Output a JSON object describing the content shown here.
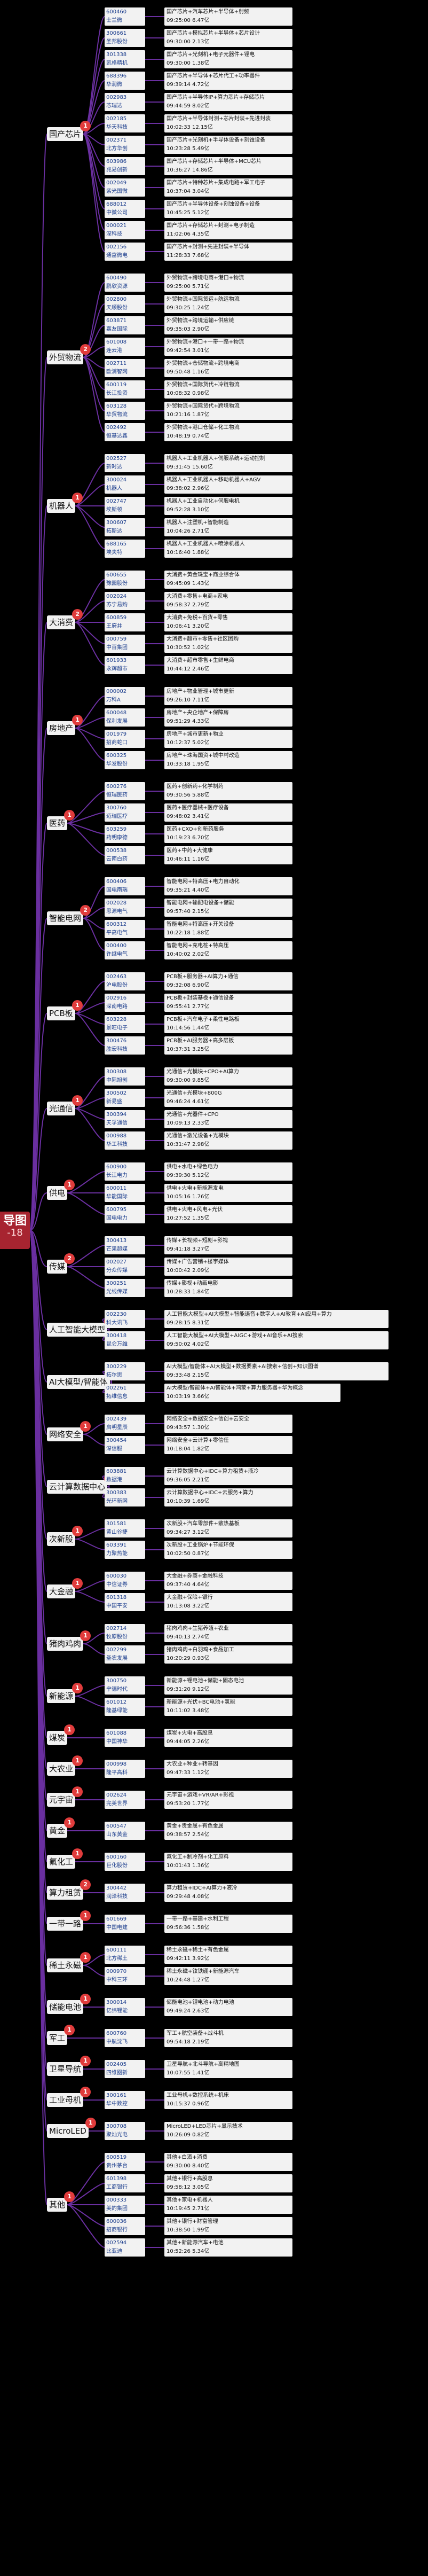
{
  "root": {
    "title": "导图",
    "date": "-18"
  },
  "colors": {
    "line": "#6a2fa0",
    "badge": "#e03c3c",
    "node_bg": "#f2f2f2",
    "root_bg": "#a72430"
  },
  "categories": [
    {
      "name": "国产芯片",
      "count": "1",
      "stocks": [
        {
          "code": "600460",
          "name": "士兰微",
          "desc1": "国产芯片+汽车芯片+半导体+射频",
          "desc2": "09:25:00 6.47亿"
        },
        {
          "code": "300661",
          "name": "圣邦股份",
          "desc1": "国产芯片+模拟芯片+半导体+芯片设计",
          "desc2": "09:30:00 2.13亿"
        },
        {
          "code": "301338",
          "name": "凯格精机",
          "desc1": "国产芯片+光刻机+电子元器件+锂电",
          "desc2": "09:30:00 1.38亿"
        },
        {
          "code": "688396",
          "name": "华润微",
          "desc1": "国产芯片+半导体+芯片代工+功率器件",
          "desc2": "09:39:14 4.72亿"
        },
        {
          "code": "002983",
          "name": "芯瑞达",
          "desc1": "国产芯片+半导体IP+算力芯片+存储芯片",
          "desc2": "09:44:59 8.02亿"
        },
        {
          "code": "002185",
          "name": "华天科技",
          "desc1": "国产芯片+半导体封测+芯片封装+先进封装",
          "desc2": "10:02:33 12.15亿"
        },
        {
          "code": "002371",
          "name": "北方华创",
          "desc1": "国产芯片+光刻机+半导体设备+刻蚀设备",
          "desc2": "10:23:28 5.49亿"
        },
        {
          "code": "603986",
          "name": "兆易创新",
          "desc1": "国产芯片+存储芯片+半导体+MCU芯片",
          "desc2": "10:36:27 14.86亿"
        },
        {
          "code": "002049",
          "name": "紫光国微",
          "desc1": "国产芯片+特种芯片+集成电路+军工电子",
          "desc2": "10:37:04 3.04亿"
        },
        {
          "code": "688012",
          "name": "中微公司",
          "desc1": "国产芯片+半导体设备+刻蚀设备+设备",
          "desc2": "10:45:25 5.12亿"
        },
        {
          "code": "000021",
          "name": "深科技",
          "desc1": "国产芯片+存储芯片+封测+电子制造",
          "desc2": "11:02:06 4.35亿"
        },
        {
          "code": "002156",
          "name": "通富微电",
          "desc1": "国产芯片+封测+先进封装+半导体",
          "desc2": "11:28:33 7.68亿"
        }
      ]
    },
    {
      "name": "外贸物流",
      "count": "2",
      "stocks": [
        {
          "code": "600490",
          "name": "鹏欣资源",
          "desc1": "外贸物流+跨境电商+港口+物流",
          "desc2": "09:25:00 5.71亿"
        },
        {
          "code": "002800",
          "name": "天顺股份",
          "desc1": "外贸物流+国际货运+航运物流",
          "desc2": "09:30:25 1.24亿"
        },
        {
          "code": "603871",
          "name": "嘉友国际",
          "desc1": "外贸物流+跨境运输+供应链",
          "desc2": "09:35:03 2.90亿"
        },
        {
          "code": "601008",
          "name": "连云港",
          "desc1": "外贸物流+港口+一带一路+物流",
          "desc2": "09:42:54 3.01亿"
        },
        {
          "code": "002711",
          "name": "欧浦智网",
          "desc1": "外贸物流+仓储物流+跨境电商",
          "desc2": "09:50:48 1.16亿"
        },
        {
          "code": "600119",
          "name": "长江投资",
          "desc1": "外贸物流+国际货代+冷链物流",
          "desc2": "10:08:32 0.98亿"
        },
        {
          "code": "603128",
          "name": "华贸物流",
          "desc1": "外贸物流+国际货代+跨境物流",
          "desc2": "10:21:16 1.87亿"
        },
        {
          "code": "002492",
          "name": "恒基达鑫",
          "desc1": "外贸物流+港口仓储+化工物流",
          "desc2": "10:48:19 0.74亿"
        }
      ]
    },
    {
      "name": "机器人",
      "count": "1",
      "stocks": [
        {
          "code": "002527",
          "name": "新时达",
          "desc1": "机器人+工业机器人+伺服系统+运动控制",
          "desc2": "09:31:45 15.60亿"
        },
        {
          "code": "300024",
          "name": "机器人",
          "desc1": "机器人+工业机器人+移动机器人+AGV",
          "desc2": "09:38:02 2.96亿"
        },
        {
          "code": "002747",
          "name": "埃斯顿",
          "desc1": "机器人+工业自动化+伺服电机",
          "desc2": "09:52:28 3.10亿"
        },
        {
          "code": "300607",
          "name": "拓斯达",
          "desc1": "机器人+注塑机+智能制造",
          "desc2": "10:04:26 2.71亿"
        },
        {
          "code": "688165",
          "name": "埃夫特",
          "desc1": "机器人+工业机器人+喷涂机器人",
          "desc2": "10:16:40 1.88亿"
        }
      ]
    },
    {
      "name": "大消费",
      "count": "2",
      "stocks": [
        {
          "code": "600655",
          "name": "豫园股份",
          "desc1": "大消费+黄金珠宝+商业综合体",
          "desc2": "09:45:09 1.43亿"
        },
        {
          "code": "002024",
          "name": "苏宁易购",
          "desc1": "大消费+零售+电商+家电",
          "desc2": "09:58:37 2.79亿"
        },
        {
          "code": "600859",
          "name": "王府井",
          "desc1": "大消费+免税+百货+零售",
          "desc2": "10:06:41 3.20亿"
        },
        {
          "code": "000759",
          "name": "中百集团",
          "desc1": "大消费+超市+零售+社区团购",
          "desc2": "10:30:52 1.02亿"
        },
        {
          "code": "601933",
          "name": "永辉超市",
          "desc1": "大消费+超市零售+生鲜电商",
          "desc2": "10:44:12 2.46亿"
        }
      ]
    },
    {
      "name": "房地产",
      "count": "1",
      "stocks": [
        {
          "code": "000002",
          "name": "万科A",
          "desc1": "房地产+物业管理+城市更新",
          "desc2": "09:26:10 7.11亿"
        },
        {
          "code": "600048",
          "name": "保利发展",
          "desc1": "房地产+央企地产+保障房",
          "desc2": "09:51:29 4.33亿"
        },
        {
          "code": "001979",
          "name": "招商蛇口",
          "desc1": "房地产+城市更新+物业",
          "desc2": "10:12:37 5.02亿"
        },
        {
          "code": "600325",
          "name": "华发股份",
          "desc1": "房地产+珠海国资+城中村改造",
          "desc2": "10:33:18 1.95亿"
        }
      ]
    },
    {
      "name": "医药",
      "count": "1",
      "stocks": [
        {
          "code": "600276",
          "name": "恒瑞医药",
          "desc1": "医药+创新药+化学制药",
          "desc2": "09:30:56 5.88亿"
        },
        {
          "code": "300760",
          "name": "迈瑞医疗",
          "desc1": "医药+医疗器械+医疗设备",
          "desc2": "09:48:02 3.41亿"
        },
        {
          "code": "603259",
          "name": "药明康德",
          "desc1": "医药+CXO+创新药服务",
          "desc2": "10:19:23 6.70亿"
        },
        {
          "code": "000538",
          "name": "云南白药",
          "desc1": "医药+中药+大健康",
          "desc2": "10:46:11 1.16亿"
        }
      ]
    },
    {
      "name": "智能电网",
      "count": "2",
      "stocks": [
        {
          "code": "600406",
          "name": "国电南瑞",
          "desc1": "智能电网+特高压+电力自动化",
          "desc2": "09:35:21 4.40亿"
        },
        {
          "code": "002028",
          "name": "思源电气",
          "desc1": "智能电网+输配电设备+储能",
          "desc2": "09:57:40 2.15亿"
        },
        {
          "code": "600312",
          "name": "平高电气",
          "desc1": "智能电网+特高压+开关设备",
          "desc2": "10:22:18 1.88亿"
        },
        {
          "code": "000400",
          "name": "许继电气",
          "desc1": "智能电网+充电桩+特高压",
          "desc2": "10:40:02 2.02亿"
        }
      ]
    },
    {
      "name": "PCB板",
      "count": "1",
      "stocks": [
        {
          "code": "002463",
          "name": "沪电股份",
          "desc1": "PCB板+服务器+AI算力+通信",
          "desc2": "09:32:08 6.90亿"
        },
        {
          "code": "002916",
          "name": "深南电路",
          "desc1": "PCB板+封装基板+通信设备",
          "desc2": "09:55:41 2.77亿"
        },
        {
          "code": "603228",
          "name": "景旺电子",
          "desc1": "PCB板+汽车电子+柔性电路板",
          "desc2": "10:14:56 1.44亿"
        },
        {
          "code": "300476",
          "name": "胜宏科技",
          "desc1": "PCB板+AI服务器+高多层板",
          "desc2": "10:37:31 3.25亿"
        }
      ]
    },
    {
      "name": "光通信",
      "count": "1",
      "stocks": [
        {
          "code": "300308",
          "name": "中际旭创",
          "desc1": "光通信+光模块+CPO+AI算力",
          "desc2": "09:30:00 9.85亿"
        },
        {
          "code": "300502",
          "name": "新易盛",
          "desc1": "光通信+光模块+800G",
          "desc2": "09:46:24 4.61亿"
        },
        {
          "code": "300394",
          "name": "天孚通信",
          "desc1": "光通信+光器件+CPO",
          "desc2": "10:09:13 2.33亿"
        },
        {
          "code": "000988",
          "name": "华工科技",
          "desc1": "光通信+激光设备+光模块",
          "desc2": "10:31:47 2.98亿"
        }
      ]
    },
    {
      "name": "供电",
      "count": "1",
      "stocks": [
        {
          "code": "600900",
          "name": "长江电力",
          "desc1": "供电+水电+绿色电力",
          "desc2": "09:39:30 5.12亿"
        },
        {
          "code": "600011",
          "name": "华能国际",
          "desc1": "供电+火电+新能源发电",
          "desc2": "10:05:16 1.76亿"
        },
        {
          "code": "600795",
          "name": "国电电力",
          "desc1": "供电+火电+风电+光伏",
          "desc2": "10:27:52 1.35亿"
        }
      ]
    },
    {
      "name": "传媒",
      "count": "2",
      "stocks": [
        {
          "code": "300413",
          "name": "芒果超媒",
          "desc1": "传媒+长视频+短剧+影视",
          "desc2": "09:41:18 3.27亿"
        },
        {
          "code": "002027",
          "name": "分众传媒",
          "desc1": "传媒+广告营销+楼宇媒体",
          "desc2": "10:00:42 2.09亿"
        },
        {
          "code": "300251",
          "name": "光线传媒",
          "desc1": "传媒+影视+动画电影",
          "desc2": "10:28:33 1.84亿"
        }
      ]
    },
    {
      "name": "人工智能大模型",
      "count": "2",
      "stocks": [
        {
          "code": "002230",
          "name": "科大讯飞",
          "desc1": "人工智能大模型+AI大模型+智能语音+数字人+AI教育+AI应用+算力",
          "desc2": "09:28:15 8.31亿"
        },
        {
          "code": "300418",
          "name": "昆仑万维",
          "desc1": "人工智能大模型+AI大模型+AIGC+游戏+AI音乐+AI搜索",
          "desc2": "09:50:02 4.02亿"
        }
      ]
    },
    {
      "name": "AI大模型/智能体",
      "count": "2",
      "stocks": [
        {
          "code": "300229",
          "name": "拓尔思",
          "desc1": "AI大模型/智能体+AI大模型+数据要素+AI搜索+信创+知识图谱",
          "desc2": "09:33:48 2.15亿"
        },
        {
          "code": "002261",
          "name": "拓维信息",
          "desc1": "AI大模型/智能体+AI智能体+鸿蒙+算力服务器+华为概念",
          "desc2": "10:03:19 3.66亿"
        }
      ]
    },
    {
      "name": "网络安全",
      "count": "1",
      "stocks": [
        {
          "code": "002439",
          "name": "启明星辰",
          "desc1": "网络安全+数据安全+信创+云安全",
          "desc2": "09:43:57 1.30亿"
        },
        {
          "code": "300454",
          "name": "深信服",
          "desc1": "网络安全+云计算+零信任",
          "desc2": "10:18:04 1.82亿"
        }
      ]
    },
    {
      "name": "云计算数据中心",
      "count": "1",
      "stocks": [
        {
          "code": "603881",
          "name": "数据港",
          "desc1": "云计算数据中心+IDC+算力租赁+液冷",
          "desc2": "09:36:05 2.21亿"
        },
        {
          "code": "300383",
          "name": "光环新网",
          "desc1": "云计算数据中心+IDC+云服务+算力",
          "desc2": "10:10:39 1.69亿"
        }
      ]
    },
    {
      "name": "次新股",
      "count": "1",
      "stocks": [
        {
          "code": "301581",
          "name": "黄山谷捷",
          "desc1": "次新股+汽车零部件+散热基板",
          "desc2": "09:34:27 3.12亿"
        },
        {
          "code": "603391",
          "name": "力聚热能",
          "desc1": "次新股+工业锅炉+节能环保",
          "desc2": "10:02:50 0.87亿"
        }
      ]
    },
    {
      "name": "大金融",
      "count": "1",
      "stocks": [
        {
          "code": "600030",
          "name": "中信证券",
          "desc1": "大金融+券商+金融科技",
          "desc2": "09:37:40 4.64亿"
        },
        {
          "code": "601318",
          "name": "中国平安",
          "desc1": "大金融+保险+银行",
          "desc2": "10:13:08 3.22亿"
        }
      ]
    },
    {
      "name": "猪肉鸡肉",
      "count": "1",
      "stocks": [
        {
          "code": "002714",
          "name": "牧原股份",
          "desc1": "猪肉鸡肉+生猪养殖+农业",
          "desc2": "09:40:13 2.74亿"
        },
        {
          "code": "002299",
          "name": "圣农发展",
          "desc1": "猪肉鸡肉+白羽鸡+食品加工",
          "desc2": "10:20:29 0.93亿"
        }
      ]
    },
    {
      "name": "新能源",
      "count": "1",
      "stocks": [
        {
          "code": "300750",
          "name": "宁德时代",
          "desc1": "新能源+锂电池+储能+固态电池",
          "desc2": "09:31:20 9.12亿"
        },
        {
          "code": "601012",
          "name": "隆基绿能",
          "desc1": "新能源+光伏+BC电池+氢能",
          "desc2": "10:11:02 3.48亿"
        }
      ]
    },
    {
      "name": "煤炭",
      "count": "1",
      "stocks": [
        {
          "code": "601088",
          "name": "中国神华",
          "desc1": "煤炭+火电+高股息",
          "desc2": "09:44:05 2.26亿"
        }
      ]
    },
    {
      "name": "大农业",
      "count": "1",
      "stocks": [
        {
          "code": "000998",
          "name": "隆平高科",
          "desc1": "大农业+种业+转基因",
          "desc2": "09:47:33 1.12亿"
        }
      ]
    },
    {
      "name": "元宇宙",
      "count": "1",
      "stocks": [
        {
          "code": "002624",
          "name": "完美世界",
          "desc1": "元宇宙+游戏+VR/AR+影视",
          "desc2": "09:53:20 1.77亿"
        }
      ]
    },
    {
      "name": "黄金",
      "count": "1",
      "stocks": [
        {
          "code": "600547",
          "name": "山东黄金",
          "desc1": "黄金+贵金属+有色金属",
          "desc2": "09:38:57 2.54亿"
        }
      ]
    },
    {
      "name": "氟化工",
      "count": "1",
      "stocks": [
        {
          "code": "600160",
          "name": "巨化股份",
          "desc1": "氟化工+制冷剂+化工原料",
          "desc2": "10:01:43 1.36亿"
        }
      ]
    },
    {
      "name": "算力租赁",
      "count": "2",
      "stocks": [
        {
          "code": "300442",
          "name": "润泽科技",
          "desc1": "算力租赁+IDC+AI算力+液冷",
          "desc2": "09:29:48 4.08亿"
        }
      ]
    },
    {
      "name": "一带一路",
      "count": "1",
      "stocks": [
        {
          "code": "601669",
          "name": "中国电建",
          "desc1": "一带一路+基建+水利工程",
          "desc2": "09:56:36 1.58亿"
        }
      ]
    },
    {
      "name": "稀土永磁",
      "count": "1",
      "stocks": [
        {
          "code": "600111",
          "name": "北方稀土",
          "desc1": "稀土永磁+稀土+有色金属",
          "desc2": "09:42:11 3.92亿"
        },
        {
          "code": "000970",
          "name": "中科三环",
          "desc1": "稀土永磁+钕铁硼+新能源汽车",
          "desc2": "10:24:48 1.27亿"
        }
      ]
    },
    {
      "name": "储能电池",
      "count": "1",
      "stocks": [
        {
          "code": "300014",
          "name": "亿纬锂能",
          "desc1": "储能电池+锂电池+动力电池",
          "desc2": "09:49:24 2.63亿"
        }
      ]
    },
    {
      "name": "军工",
      "count": "1",
      "stocks": [
        {
          "code": "600760",
          "name": "中航沈飞",
          "desc1": "军工+航空装备+战斗机",
          "desc2": "09:54:18 2.19亿"
        }
      ]
    },
    {
      "name": "卫星导航",
      "count": "1",
      "stocks": [
        {
          "code": "002405",
          "name": "四维图新",
          "desc1": "卫星导航+北斗导航+高精地图",
          "desc2": "10:07:55 1.41亿"
        }
      ]
    },
    {
      "name": "工业母机",
      "count": "1",
      "stocks": [
        {
          "code": "300161",
          "name": "华中数控",
          "desc1": "工业母机+数控系统+机床",
          "desc2": "10:15:37 0.96亿"
        }
      ]
    },
    {
      "name": "MicroLED",
      "count": "1",
      "stocks": [
        {
          "code": "300708",
          "name": "聚灿光电",
          "desc1": "MicroLED+LED芯片+显示技术",
          "desc2": "10:26:09 0.82亿"
        }
      ]
    },
    {
      "name": "其他",
      "count": "1",
      "stocks": [
        {
          "code": "600519",
          "name": "贵州茅台",
          "desc1": "其他+白酒+消费",
          "desc2": "09:30:00 8.40亿"
        },
        {
          "code": "601398",
          "name": "工商银行",
          "desc1": "其他+银行+高股息",
          "desc2": "09:58:12 3.05亿"
        },
        {
          "code": "000333",
          "name": "美的集团",
          "desc1": "其他+家电+机器人",
          "desc2": "10:19:45 2.71亿"
        },
        {
          "code": "600036",
          "name": "招商银行",
          "desc1": "其他+银行+财富管理",
          "desc2": "10:38:50 1.99亿"
        },
        {
          "code": "002594",
          "name": "比亚迪",
          "desc1": "其他+新能源汽车+电池",
          "desc2": "10:52:26 5.34亿"
        }
      ]
    }
  ]
}
